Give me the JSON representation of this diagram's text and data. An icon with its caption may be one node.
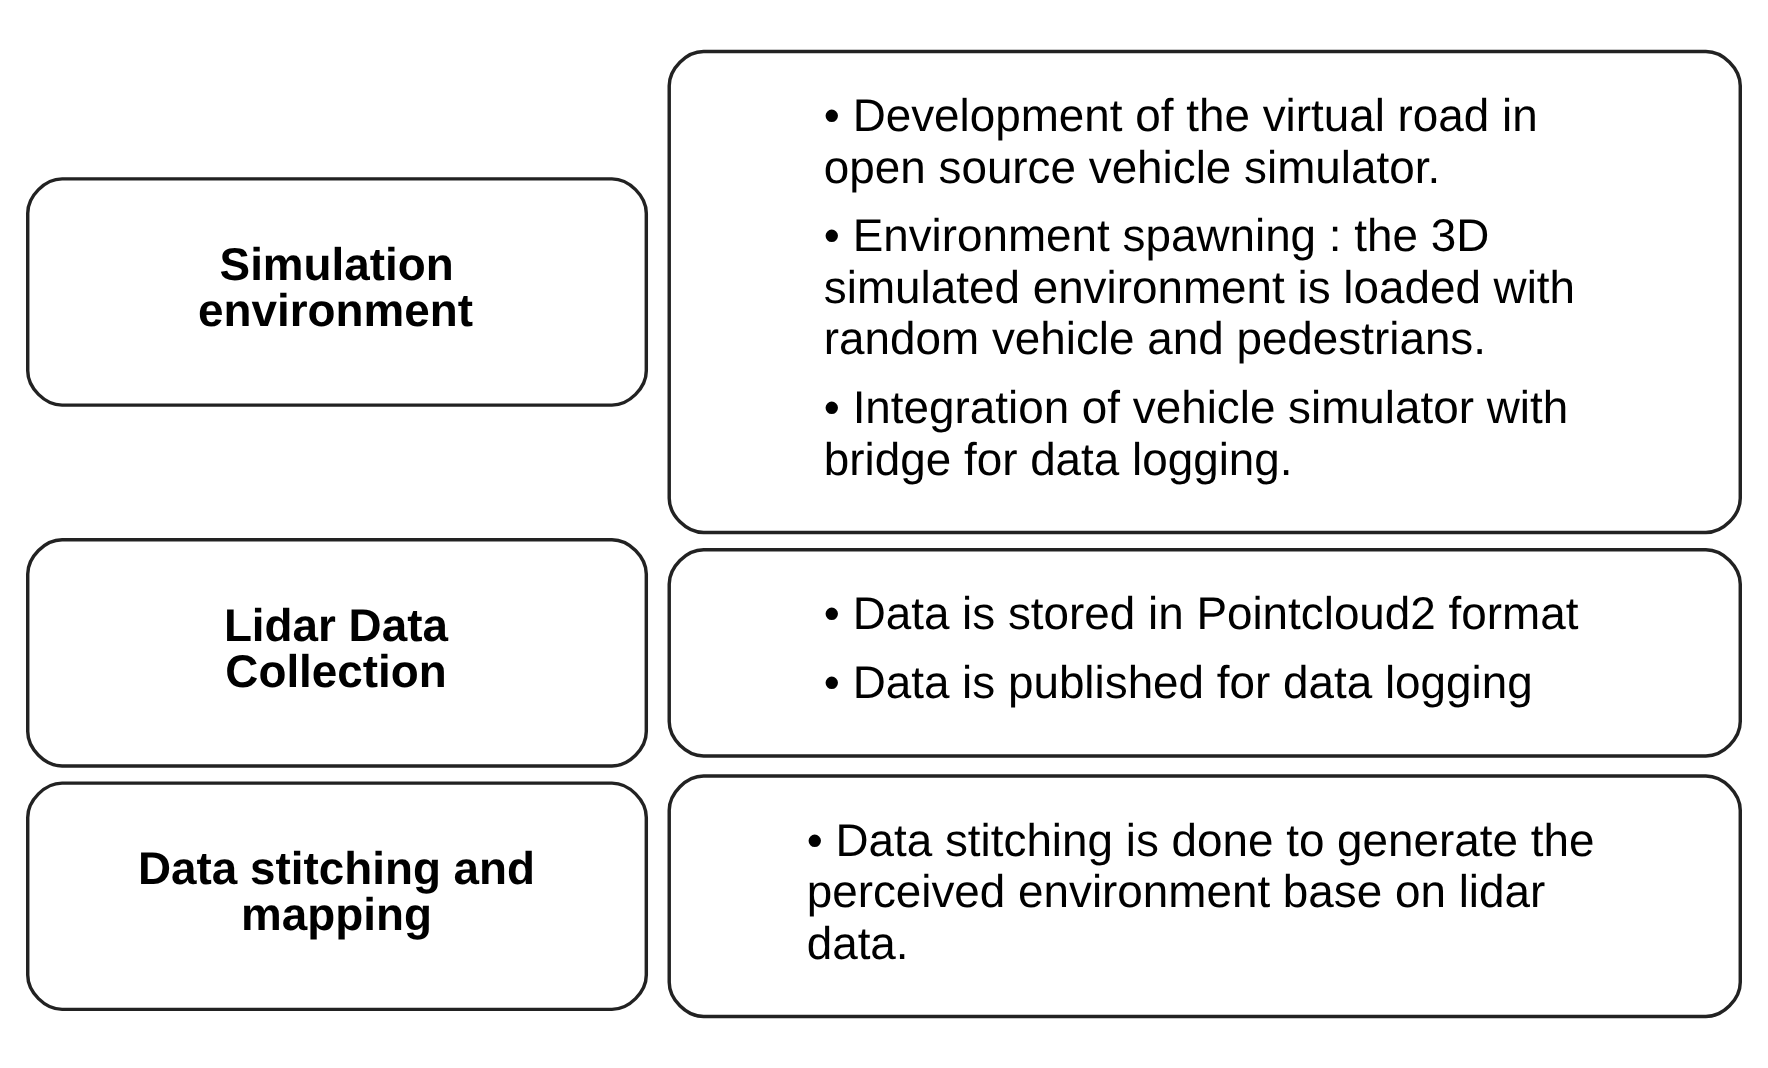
{
  "diagram": {
    "nodes": [
      {
        "text": [
          "Simulation environment"
        ]
      },
      {
        "text": [
          "• Development of the virtual road in open source vehicle simulator.",
          "• Environment spawning : the 3D simulated environment is loaded with random vehicle and pedestrians.",
          "• Integration of vehicle simulator with bridge for data logging."
        ]
      },
      {
        "text": [
          "Lidar Data Collection"
        ]
      },
      {
        "text": [
          "• Data is stored in Pointcloud2 format",
          "• Data is published for data logging"
        ]
      },
      {
        "text": [
          "Data stitching and mapping"
        ]
      },
      {
        "text": [
          "• Data stitching is done to generate the perceived environment base on lidar data."
        ]
      }
    ],
    "edges": []
  }
}
